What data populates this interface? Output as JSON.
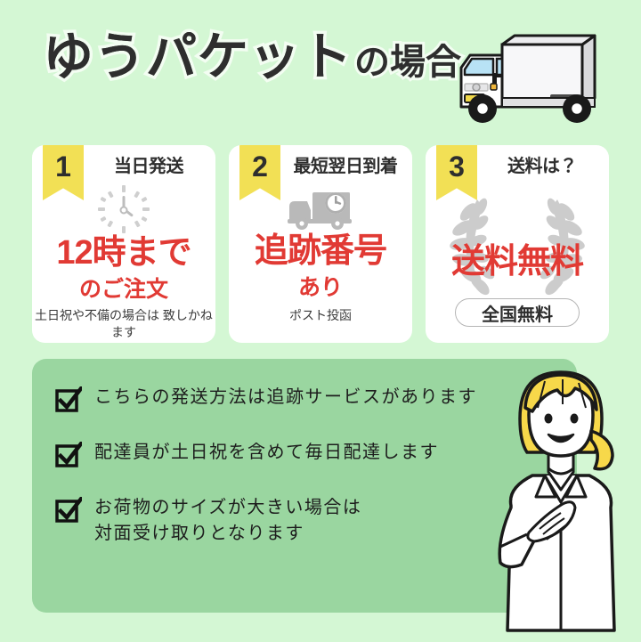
{
  "header": {
    "title_main": "ゆうパケット",
    "title_sub": "の場合",
    "truck_icon": "delivery-truck-illustration"
  },
  "colors": {
    "page_background": "#d4f7d4",
    "panel_green": "#9ad6a0",
    "card_white": "#ffffff",
    "ribbon_yellow": "#f2e055",
    "accent_red": "#e13a34",
    "text_dark": "#2e2e2e",
    "icon_gray": "#c8c8c8"
  },
  "cards": [
    {
      "number": "1",
      "heading": "当日発送",
      "icon": "clock-icon",
      "big_text": "12時まで",
      "mid_text": "のご注文",
      "note": "土日祝や不備の場合は\n致しかねます"
    },
    {
      "number": "2",
      "heading": "最短翌日到着",
      "icon": "truck-clock-icon",
      "big_text": "追跡番号",
      "mid_text": "あり",
      "note": "ポスト投函"
    },
    {
      "number": "3",
      "heading": "送料は？",
      "icon": "laurel-wreath-icon",
      "big_text": "送料無料",
      "badge": "全国無料"
    }
  ],
  "checklist": {
    "items": [
      "こちらの発送方法は追跡サービスがあります",
      "配達員が土日祝を含めて毎日配達します",
      "お荷物のサイズが大きい場合は\n対面受け取りとなります"
    ],
    "checkbox_icon": "checked-checkbox-icon",
    "woman_icon": "smiling-staff-woman-illustration"
  }
}
